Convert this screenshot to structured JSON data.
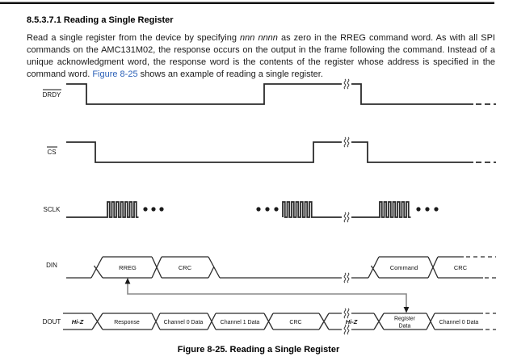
{
  "doc": {
    "heading": "8.5.3.7.1 Reading a Single Register",
    "paragraph": {
      "part1": "Read a single register from the device by specifying ",
      "italic": "nnn nnnn",
      "part2": " as zero in the RREG command word. As with all SPI commands on the AMC131M02, the response occurs on the output in the frame following the command. Instead of a unique acknowledgment word, the response word is the contents of the register whose address is specified in the command word. ",
      "link": "Figure 8-25",
      "part3": " shows an example of reading a single register."
    },
    "caption": "Figure 8-25. Reading a Single Register",
    "link_color": "#2b61b8"
  },
  "diagram": {
    "signals": {
      "drdy": "DRDY",
      "cs": "CS",
      "sclk": "SCLK",
      "din": "DIN",
      "dout": "DOUT"
    },
    "din_buses": {
      "b1": "RREG",
      "b2": "CRC",
      "b3": "Command",
      "b4": "CRC"
    },
    "dout_buses": {
      "b1": "Hi-Z",
      "b2": "Response",
      "b3": "Channel 0 Data",
      "b4": "Channel 1 Data",
      "b5": "CRC",
      "b6": "Hi-Z",
      "b7_line1": "Register",
      "b7_line2": "Data",
      "b8": "Channel 0 Data"
    }
  }
}
